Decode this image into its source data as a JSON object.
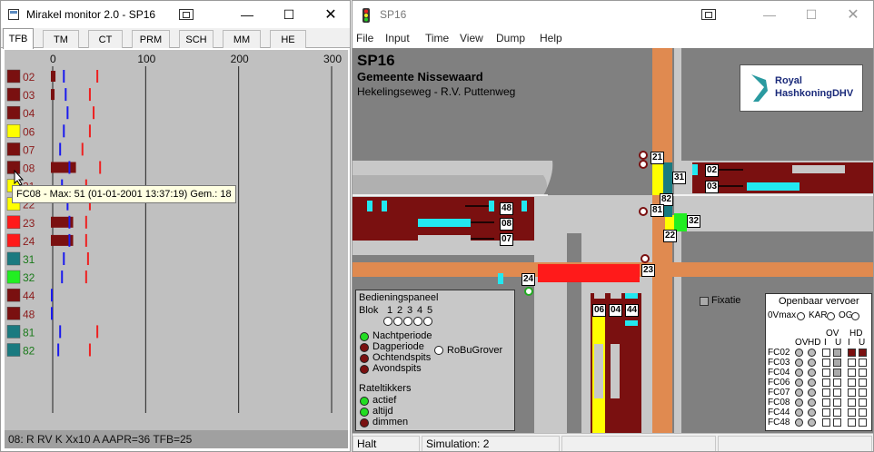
{
  "left_window": {
    "title": "Mirakel monitor 2.0 - SP16",
    "tabs": [
      "TFB",
      "TM",
      "CT",
      "PRM",
      "SCH",
      "MM",
      "HE"
    ],
    "active_tab": "TFB",
    "tooltip": "FC08 - Max: 51 (01-01-2001 13:37:19) Gem.: 18",
    "status": "08: R RV K Xx10 A AAPR=36 TFB=25"
  },
  "chart_data": {
    "type": "bar",
    "x_ticks": [
      "0",
      "100",
      "200",
      "300"
    ],
    "xlim": [
      0,
      300
    ],
    "rows": [
      {
        "label": "02",
        "color": "#7a1010",
        "label_color": "#8b1a1a",
        "value": 3,
        "avg": 12,
        "max": 48
      },
      {
        "label": "03",
        "color": "#7a1010",
        "label_color": "#8b1a1a",
        "value": 2,
        "avg": 14,
        "max": 40
      },
      {
        "label": "04",
        "color": "#7a1010",
        "label_color": "#8b1a1a",
        "value": 0,
        "avg": 16,
        "max": 44
      },
      {
        "label": "06",
        "color": "#ffff00",
        "label_color": "#8b1a1a",
        "value": 0,
        "avg": 12,
        "max": 40
      },
      {
        "label": "07",
        "color": "#7a1010",
        "label_color": "#8b1a1a",
        "value": 0,
        "avg": 8,
        "max": 32
      },
      {
        "label": "08",
        "color": "#7a1010",
        "label_color": "#8b1a1a",
        "value": 25,
        "avg": 18,
        "max": 51
      },
      {
        "label": "21",
        "color": "#ffff00",
        "label_color": "#8b1a1a",
        "value": 0,
        "avg": 10,
        "max": 36
      },
      {
        "label": "22",
        "color": "#ffff00",
        "label_color": "#8b1a1a",
        "value": 0,
        "avg": 16,
        "max": 40
      },
      {
        "label": "23",
        "color": "#ff1a1a",
        "label_color": "#8b1a1a",
        "value": 22,
        "avg": 18,
        "max": 36
      },
      {
        "label": "24",
        "color": "#ff1a1a",
        "label_color": "#8b1a1a",
        "value": 22,
        "avg": 18,
        "max": 36
      },
      {
        "label": "31",
        "color": "#1a7a80",
        "label_color": "#1a7a1a",
        "value": 0,
        "avg": 12,
        "max": 38
      },
      {
        "label": "32",
        "color": "#22ee22",
        "label_color": "#1a7a1a",
        "value": 0,
        "avg": 10,
        "max": 36
      },
      {
        "label": "44",
        "color": "#7a1010",
        "label_color": "#8b1a1a",
        "value": 0,
        "avg": 0,
        "max": 0
      },
      {
        "label": "48",
        "color": "#7a1010",
        "label_color": "#8b1a1a",
        "value": 0,
        "avg": 0,
        "max": 0
      },
      {
        "label": "81",
        "color": "#1a7a80",
        "label_color": "#1a7a1a",
        "value": 0,
        "avg": 8,
        "max": 48
      },
      {
        "label": "82",
        "color": "#1a7a80",
        "label_color": "#1a7a1a",
        "value": 0,
        "avg": 6,
        "max": 40
      }
    ]
  },
  "right_window": {
    "title": "SP16",
    "menu": [
      "File",
      "Input",
      "Time",
      "View",
      "Dump",
      "Help"
    ],
    "header": {
      "title": "SP16",
      "municipality": "Gemeente Nissewaard",
      "street": "Hekelingseweg - R.V. Puttenweg"
    },
    "logo": {
      "line1": "Royal",
      "line2": "HashkoningDHV"
    },
    "fixatie_label": "Fixatie",
    "control_panel": {
      "title": "Bedieningspaneel",
      "blok_label": "Blok",
      "blok_numbers": [
        "1",
        "2",
        "3",
        "4",
        "5"
      ],
      "options": [
        {
          "label": "Nachtperiode",
          "state": "green"
        },
        {
          "label": "Dagperiode",
          "state": "brown"
        },
        {
          "label": "Ochtendspits",
          "state": "brown"
        },
        {
          "label": "Avondspits",
          "state": "brown"
        }
      ],
      "robu_label": "RoBuGrover",
      "rateltikkers_title": "Rateltikkers",
      "rateltikkers": [
        {
          "label": "actief",
          "state": "green"
        },
        {
          "label": "altijd",
          "state": "green"
        },
        {
          "label": "dimmen",
          "state": "brown"
        }
      ]
    },
    "ov_panel": {
      "title": "Openbaar vervoer",
      "modes": [
        "0Vmax",
        "KAR",
        "OG"
      ],
      "head_ov_hd": [
        "OV",
        "HD"
      ],
      "head_groups": [
        "OV",
        "HD"
      ],
      "head_iu": [
        "I",
        "U",
        "I",
        "U"
      ],
      "rows": [
        "FC02",
        "FC03",
        "FC04",
        "FC06",
        "FC07",
        "FC08",
        "FC44",
        "FC48"
      ]
    },
    "signal_tags": [
      "02",
      "03",
      "48",
      "08",
      "07",
      "21",
      "31",
      "82",
      "81",
      "32",
      "22",
      "23",
      "24",
      "06",
      "04",
      "44"
    ],
    "status": {
      "state": "Halt",
      "simulation": "Simulation: 2"
    }
  }
}
